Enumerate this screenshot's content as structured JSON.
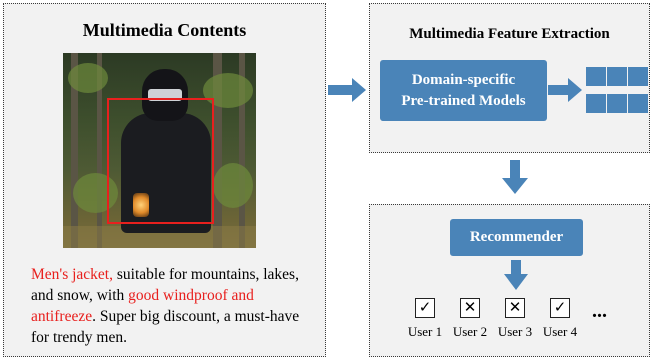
{
  "content_panel": {
    "title": "Multimedia Contents",
    "text_parts": [
      {
        "text": "Men's jacket,",
        "highlight": true
      },
      {
        "text": " suitable for mountains, lakes, and snow, with ",
        "highlight": false
      },
      {
        "text": "good windproof and antifreeze",
        "highlight": true
      },
      {
        "text": ". Super big discount, a must-have for trendy men.",
        "highlight": false
      }
    ]
  },
  "feature_panel": {
    "title": "Multimedia Feature Extraction",
    "model_line1": "Domain-specific",
    "model_line2": "Pre-trained Models"
  },
  "recommend_panel": {
    "recommender": "Recommender",
    "users": [
      {
        "label": "User 1",
        "mark": "✓"
      },
      {
        "label": "User 2",
        "mark": "✕"
      },
      {
        "label": "User 3",
        "mark": "✕"
      },
      {
        "label": "User 4",
        "mark": "✓"
      }
    ],
    "ellipsis": "..."
  },
  "colors": {
    "accent_blue": "#4a84b8",
    "highlight_red": "#e8201e",
    "panel_bg": "#f2f2f2"
  }
}
